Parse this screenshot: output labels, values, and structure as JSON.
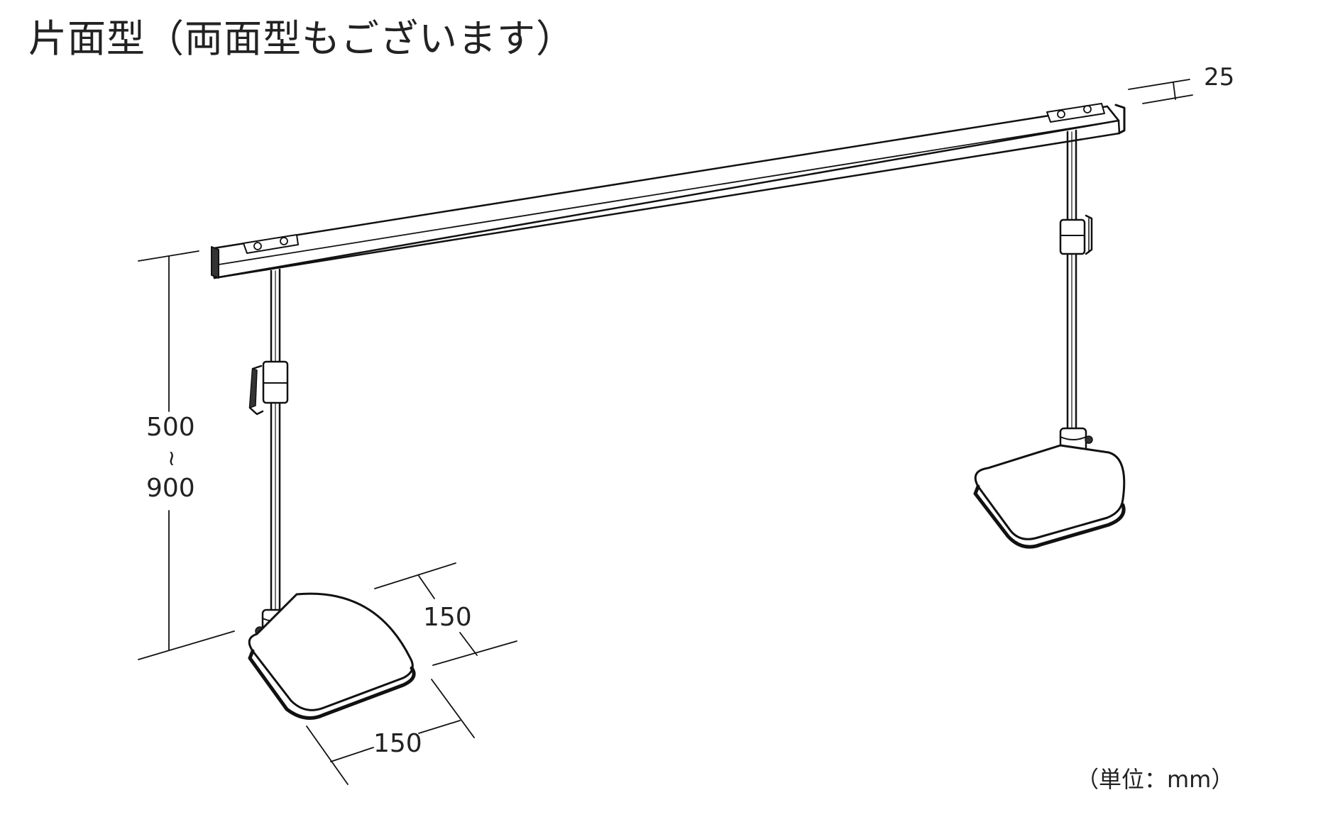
{
  "title": "片面型（両面型もございます）",
  "dimensions": {
    "rail_depth": "25",
    "height_min": "500",
    "height_range_mark": "~",
    "height_max": "900",
    "base_depth": "150",
    "base_width": "150"
  },
  "unit_note": "（単位：mm）",
  "colors": {
    "line": "#111111",
    "pad_gray": "#777777"
  }
}
